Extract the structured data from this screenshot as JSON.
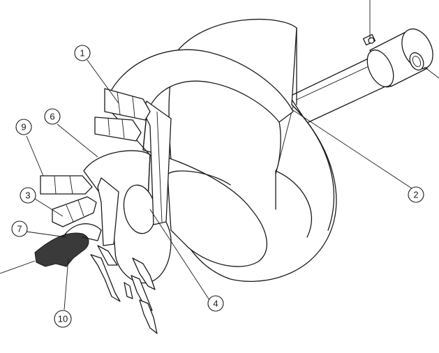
{
  "callouts": [
    {
      "id": "1",
      "label": "1"
    },
    {
      "id": "2",
      "label": "2"
    },
    {
      "id": "3",
      "label": "3"
    },
    {
      "id": "4",
      "label": "4"
    },
    {
      "id": "6",
      "label": "6"
    },
    {
      "id": "7",
      "label": "7"
    },
    {
      "id": "9",
      "label": "9"
    },
    {
      "id": "10",
      "label": "10"
    }
  ],
  "colors": {
    "line": "#1a1a1a",
    "background": "#ffffff"
  }
}
